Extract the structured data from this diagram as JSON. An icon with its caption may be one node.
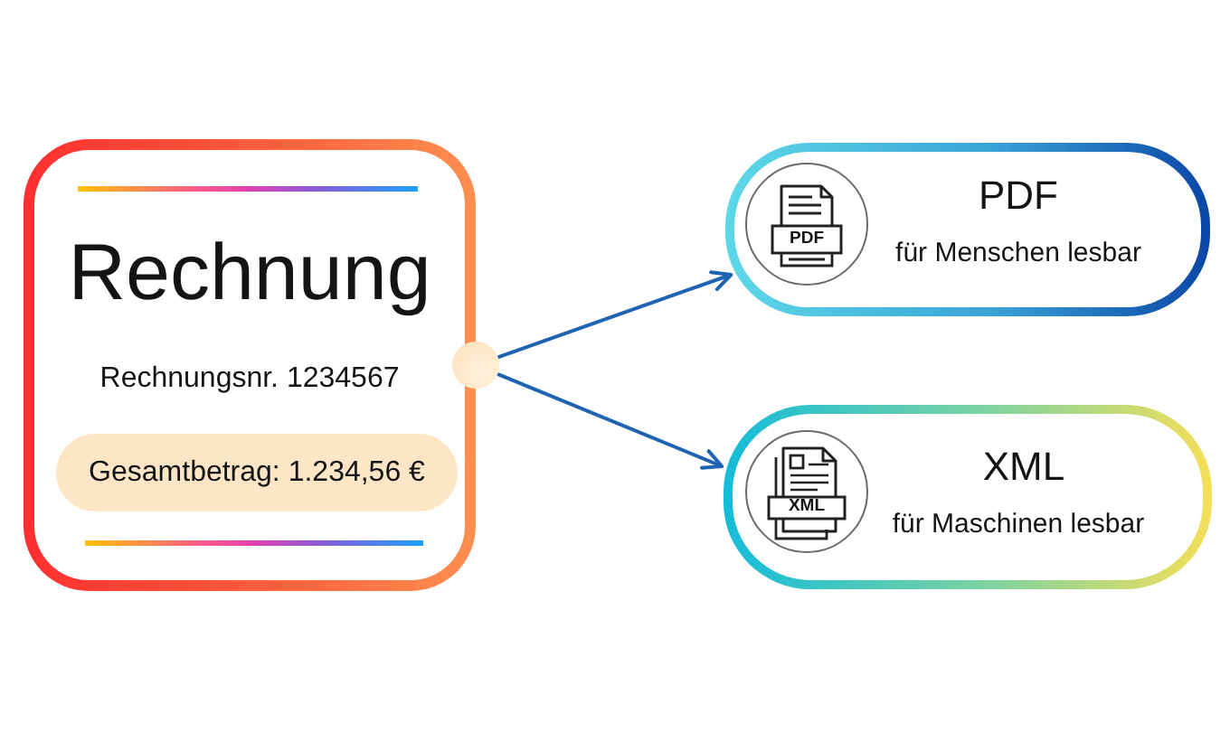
{
  "diagram": {
    "nodes": [
      {
        "text": [
          "Rechnung",
          "Rechnungsnr. 1234567"
        ]
      },
      {
        "text": [
          "Gesamtbetrag: 1.234,56 €"
        ],
        "in": 0
      },
      {
        "text": [],
        "shape": "circle"
      },
      {
        "text": [
          "PDF",
          "PDF",
          "für Menschen lesbar"
        ]
      },
      {
        "text": [
          "XML",
          "XML",
          "für Maschinen lesbar"
        ]
      }
    ],
    "edges": [
      {
        "from": 2,
        "to": 3,
        "arrow": "to"
      },
      {
        "from": 2,
        "to": 4,
        "arrow": "to"
      }
    ]
  }
}
